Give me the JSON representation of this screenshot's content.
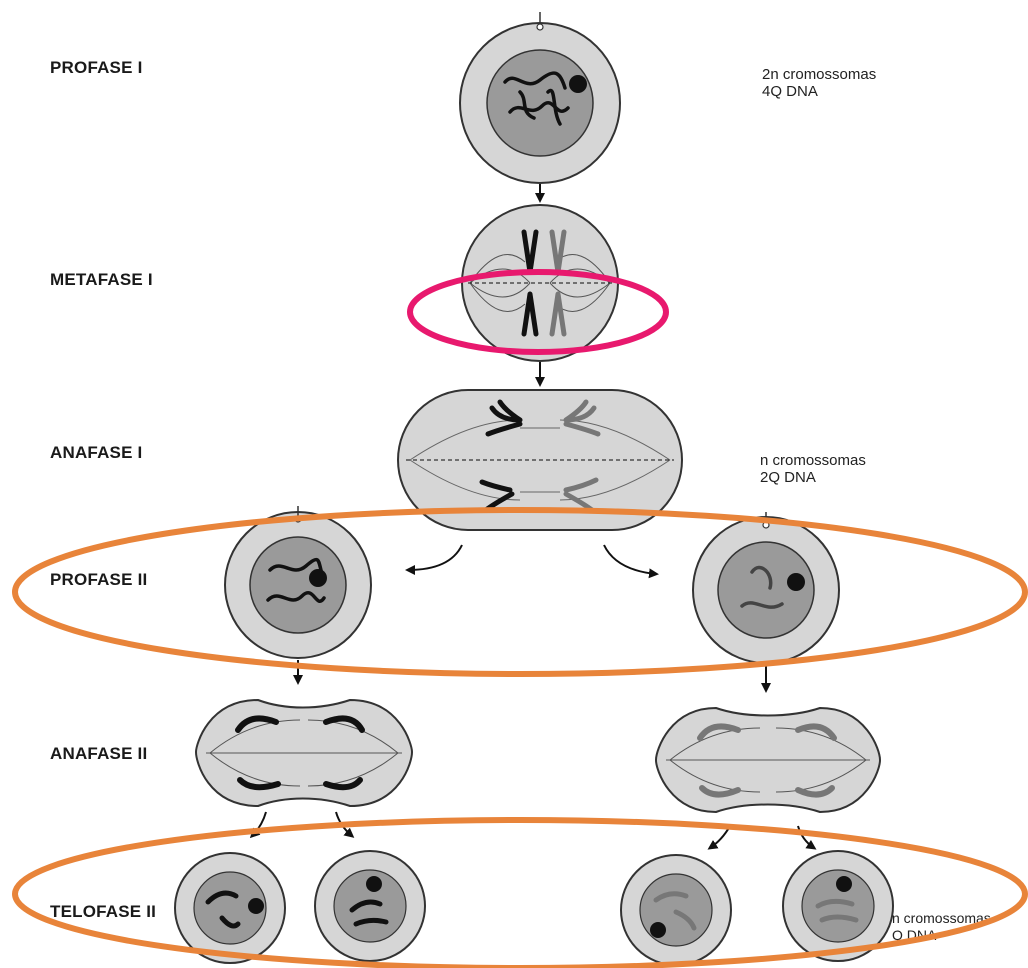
{
  "stages": {
    "profase_1": "PROFASE I",
    "metafase_1": "METAFASE I",
    "anafase_1": "ANAFASE I",
    "profase_2": "PROFASE II",
    "anafase_2": "ANAFASE II",
    "telofase_2": "TELOFASE II"
  },
  "notes": {
    "top_chromosomes": "2n cromossomas",
    "top_dna": "4Q DNA",
    "mid_chromosomes": "n cromossomas",
    "mid_dna": "2Q DNA",
    "bottom_chromosomes": "n cromossomas",
    "bottom_dna": "Q DNA"
  },
  "colors": {
    "cell_fill": "#d6d6d6",
    "nucleus_fill": "#9a9a9a",
    "outline": "#333333",
    "highlight_magenta": "#e8196e",
    "highlight_orange": "#e8843a"
  }
}
